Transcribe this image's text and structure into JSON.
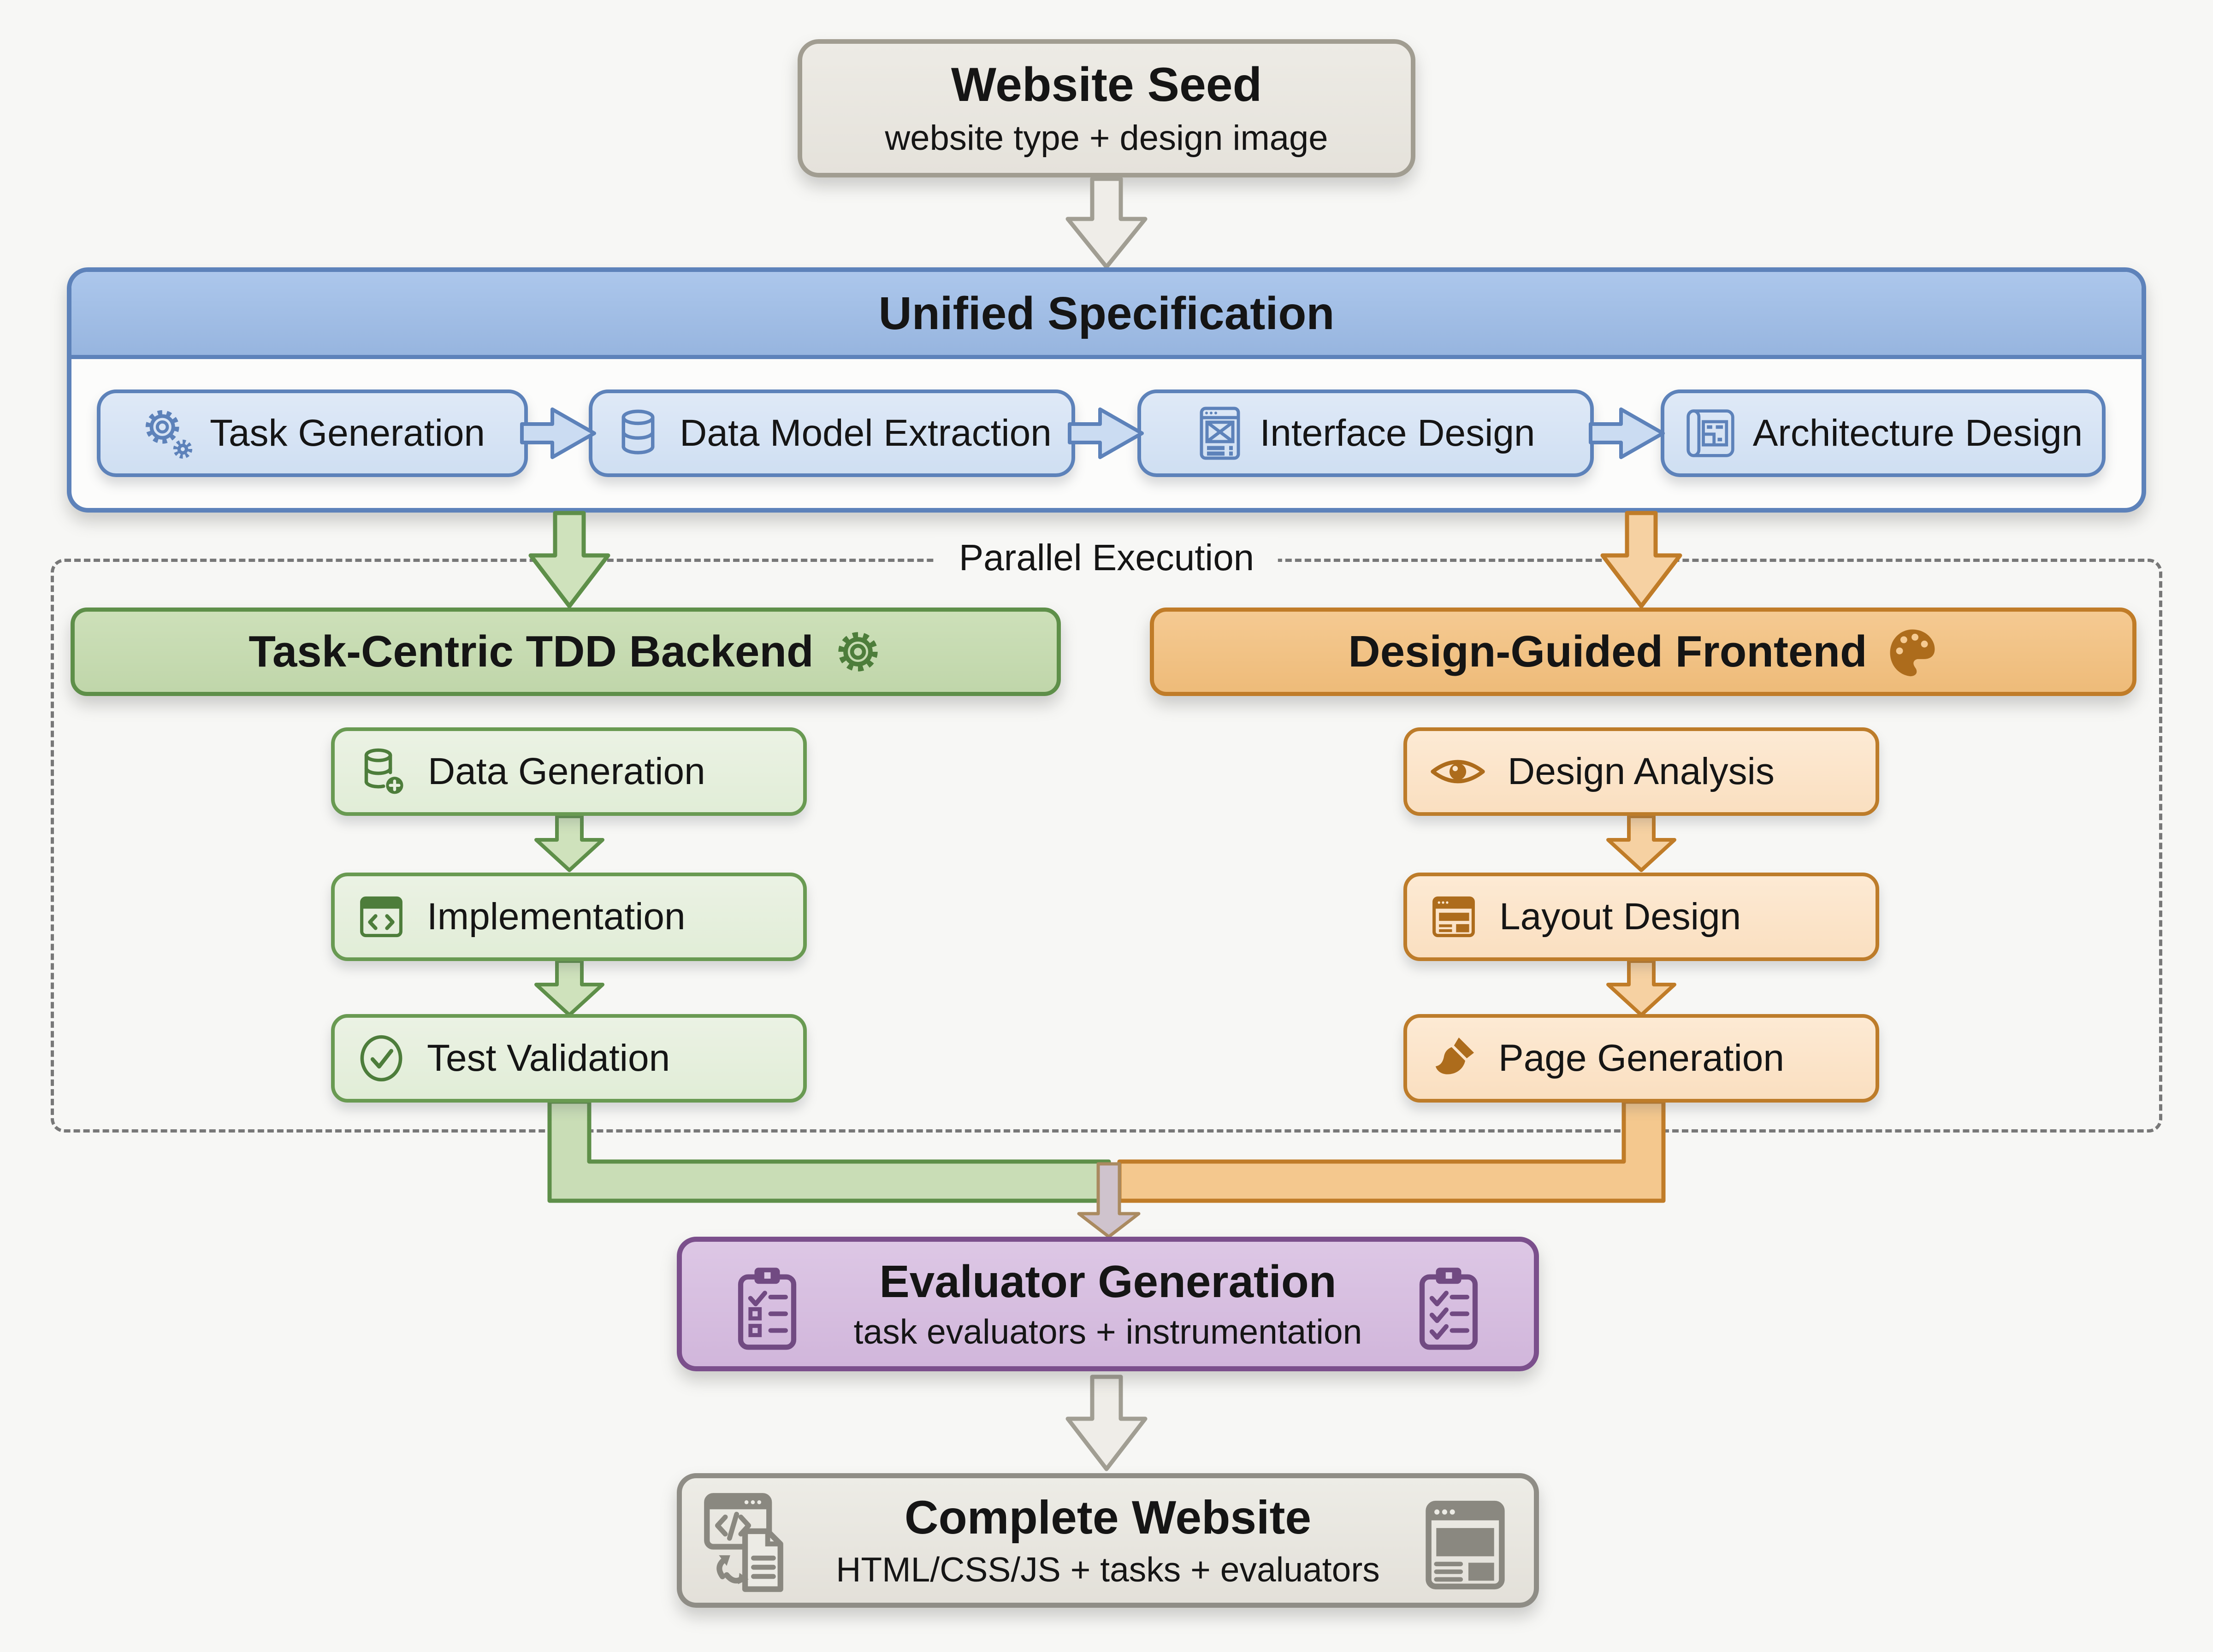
{
  "seed": {
    "title": "Website Seed",
    "subtitle": "website type + design image"
  },
  "unified_spec": {
    "title": "Unified Specification",
    "steps": [
      {
        "label": "Task Generation",
        "icon": "gears-icon"
      },
      {
        "label": "Data Model Extraction",
        "icon": "database-icon"
      },
      {
        "label": "Interface Design",
        "icon": "interface-window-icon"
      },
      {
        "label": "Architecture Design",
        "icon": "blueprint-icon"
      }
    ]
  },
  "parallel": {
    "label": "Parallel Execution",
    "backend": {
      "title": "Task-Centric TDD Backend",
      "icon": "gear-outline-icon",
      "steps": [
        {
          "label": "Data Generation",
          "icon": "database-plus-icon"
        },
        {
          "label": "Implementation",
          "icon": "code-window-icon"
        },
        {
          "label": "Test Validation",
          "icon": "check-circle-icon"
        }
      ]
    },
    "frontend": {
      "title": "Design-Guided Frontend",
      "icon": "palette-icon",
      "steps": [
        {
          "label": "Design Analysis",
          "icon": "eye-icon"
        },
        {
          "label": "Layout Design",
          "icon": "layout-icon"
        },
        {
          "label": "Page Generation",
          "icon": "paintbrush-icon"
        }
      ]
    }
  },
  "evaluator": {
    "title": "Evaluator Generation",
    "subtitle": "task evaluators + instrumentation",
    "icon": "clipboard-checklist-icon"
  },
  "complete": {
    "title": "Complete Website",
    "subtitle": "HTML/CSS/JS + tasks + evaluators",
    "icons": [
      "code-document-sync-icon",
      "browser-window-icon"
    ]
  },
  "colors": {
    "page-bg": "#f7f7f5",
    "neutral-fill": "#e9e6e0",
    "neutral-border": "#a19d91",
    "neutral-border-dark": "#8f8d86",
    "blue-fill": "#a5c1e9",
    "blue-light": "#d8e5f5",
    "blue-border": "#5d82ba",
    "green-fill": "#c9ddb6",
    "green-light": "#e7f0df",
    "green-border": "#5e8f49",
    "green-icon": "#4d7d3b",
    "orange-fill": "#f4c88e",
    "orange-light": "#fbe6cc",
    "orange-border": "#c07c28",
    "orange-icon": "#ad6c1c",
    "purple-fill": "#d9c2e2",
    "purple-border": "#7b4f8c",
    "purple-icon": "#714a82",
    "dash-border": "#787878",
    "merge-fill": "#cfc3cd",
    "merge-border": "#aa8a60",
    "gray-icon": "#8a8880",
    "arrow-gray-fill": "#efede8",
    "arrow-gray-border": "#a19e93"
  }
}
